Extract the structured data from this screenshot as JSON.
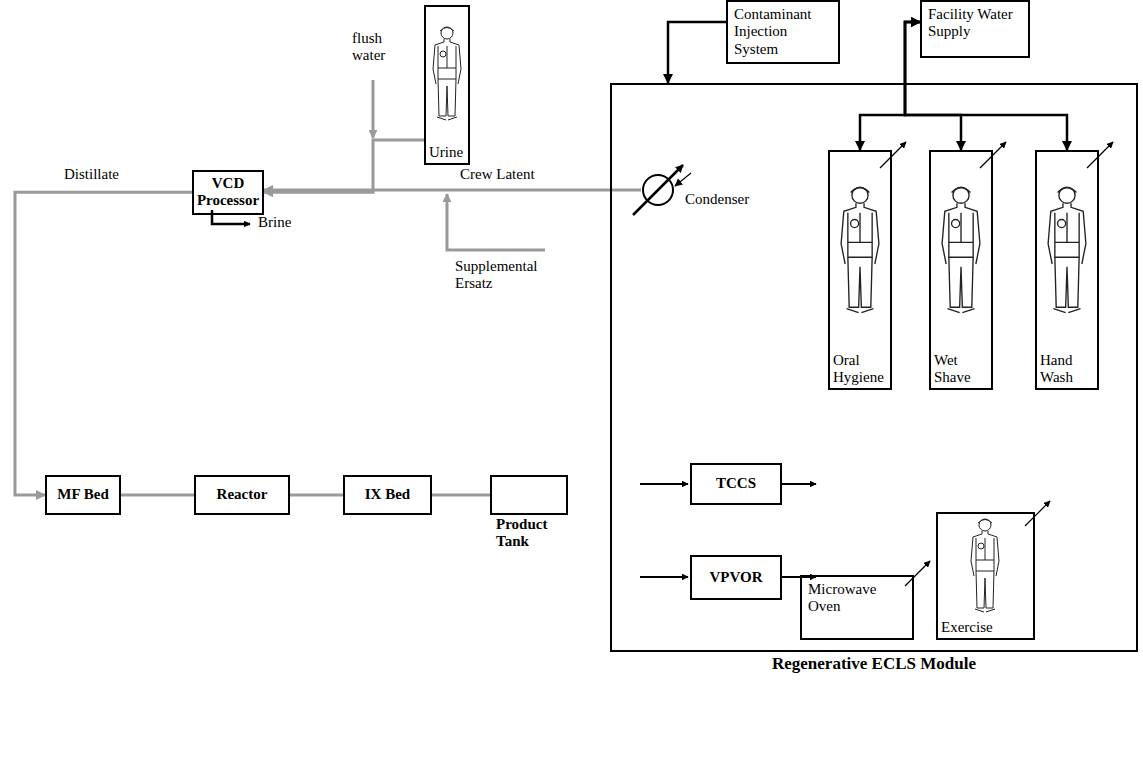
{
  "diagram": {
    "nodes": [
      {
        "text": [
          "Urine"
        ]
      },
      {
        "text": [
          "VCD Processor"
        ]
      },
      {
        "text": [
          "Contaminant Injection System"
        ]
      },
      {
        "text": [
          "Facility Water Supply"
        ]
      },
      {
        "text": [
          "Regenerative ECLS Module"
        ]
      },
      {
        "text": [
          "Condenser"
        ],
        "in": 4
      },
      {
        "text": [
          "Oral Hygiene"
        ],
        "in": 4
      },
      {
        "text": [
          "Wet Shave"
        ],
        "in": 4
      },
      {
        "text": [
          "Hand Wash"
        ],
        "in": 4
      },
      {
        "text": [
          "TCCS"
        ],
        "in": 4
      },
      {
        "text": [
          "VPVOR"
        ],
        "in": 4
      },
      {
        "text": [
          "Microwave Oven"
        ],
        "in": 4
      },
      {
        "text": [
          "Exercise"
        ],
        "in": 4
      },
      {
        "text": [
          "MF Bed"
        ]
      },
      {
        "text": [
          "Reactor"
        ]
      },
      {
        "text": [
          "IX Bed"
        ]
      },
      {
        "text": [
          "Product Tank"
        ]
      }
    ],
    "edges": [
      {
        "from": 2,
        "to": 4,
        "arrow": "to"
      },
      {
        "from": 3,
        "to": 6,
        "arrow": "both"
      },
      {
        "from": 3,
        "to": 7,
        "arrow": "both"
      },
      {
        "from": 3,
        "to": 8,
        "arrow": "both"
      },
      {
        "from": 5,
        "to": 1,
        "label": "Crew Latent",
        "arrow": "to"
      },
      {
        "from": 0,
        "to": 1,
        "arrow": "to"
      },
      {
        "from": 1,
        "to": 13,
        "label": "Distillate",
        "arrow": "to"
      },
      {
        "from": 13,
        "to": 14,
        "arrow": "none"
      },
      {
        "from": 14,
        "to": 15,
        "arrow": "none"
      },
      {
        "from": 15,
        "to": 16,
        "arrow": "none"
      }
    ],
    "labels": [
      "flush water",
      "Brine",
      "Supplemental Ersatz"
    ]
  }
}
